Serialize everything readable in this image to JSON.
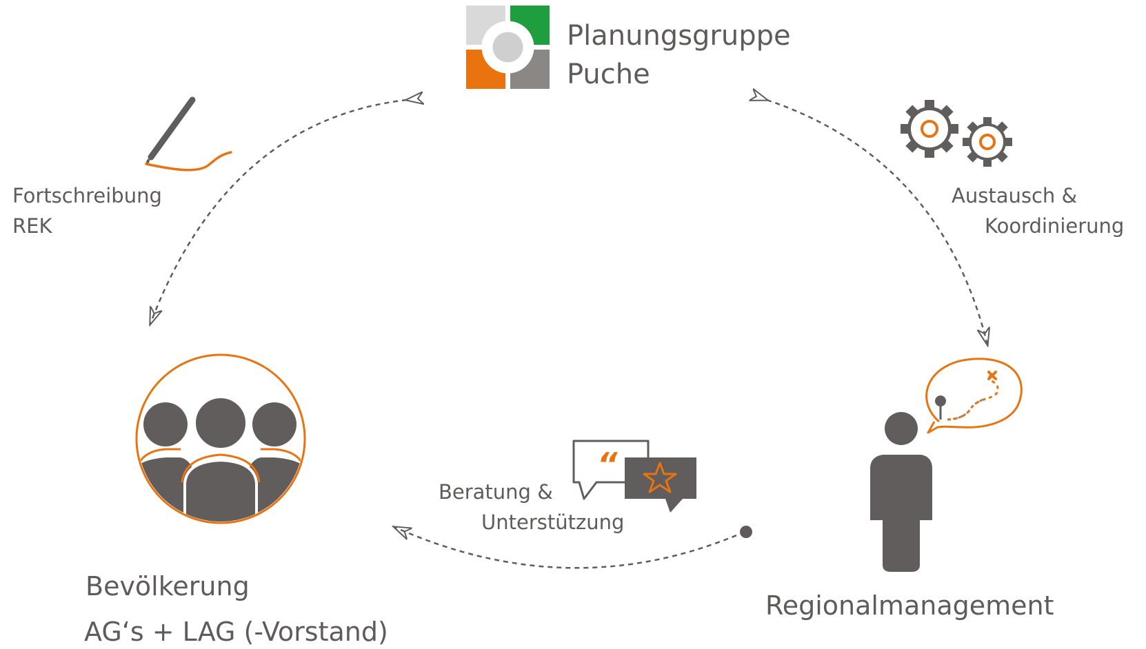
{
  "company": {
    "name_line1": "Planungsgruppe",
    "name_line2": "Puche",
    "logo_colors": [
      "#d9d9d9",
      "#1e9e3e",
      "#e8730f",
      "#8a8785"
    ]
  },
  "fortschreibung": {
    "line1": "Fortschreibung",
    "line2": "REK",
    "icon": "pen-icon"
  },
  "austausch": {
    "line1": "Austausch &",
    "line2": "Koordinierung",
    "icon": "gears-icon"
  },
  "beratung": {
    "line1": "Beratung &",
    "line2": "Unterstützung",
    "icon": "speech-bubbles-icon"
  },
  "bevoelkerung": {
    "line1": "Bevölkerung",
    "line2": "AG‘s + LAG (-Vorstand)",
    "icon": "group-icon"
  },
  "regionalmanagement": {
    "label": "Regionalmanagement",
    "icon": "person-icon"
  },
  "colors": {
    "text": "#5f5b5a",
    "icon_gray": "#615d5c",
    "accent": "#e8730f"
  }
}
